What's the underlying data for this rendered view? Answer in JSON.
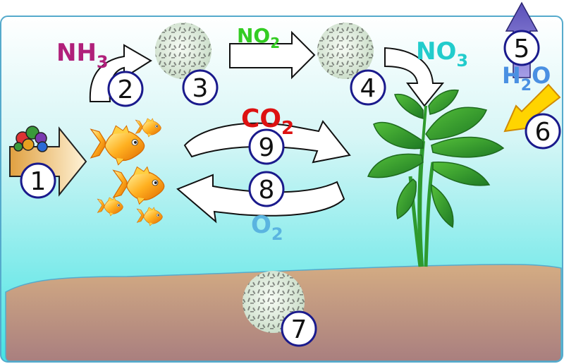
{
  "diagram": {
    "chemicals": {
      "ammonia": {
        "base": "NH",
        "sub": "3",
        "color": "#b0207a"
      },
      "nitrite": {
        "base": "NO",
        "sub": "2",
        "color": "#33cc22"
      },
      "nitrate": {
        "base": "NO",
        "sub": "3",
        "color": "#22cccc"
      },
      "water": {
        "base": "H",
        "sub": "2",
        "tail": "O",
        "color": "#4a90e2"
      },
      "carbon_dioxide": {
        "base": "CO",
        "sub": "2",
        "color": "#dd1111"
      },
      "oxygen": {
        "base": "O",
        "sub": "2",
        "color": "#5ab4e0"
      }
    },
    "step_numbers": [
      "1",
      "2",
      "3",
      "4",
      "5",
      "6",
      "7",
      "8",
      "9"
    ],
    "icons": {
      "food": "fish-food-icon",
      "fish": "goldfish-icon",
      "bacteria": "bacteria-colony-icon",
      "plant": "aquatic-plant-icon",
      "light": "light-arrow-icon",
      "evaporation": "evaporation-arrow-icon"
    },
    "colors": {
      "water_top": "#ffffff",
      "water_bottom": "#44e3e3",
      "tank_border": "#55aacc",
      "sand_top": "#d4ac83",
      "sand_bottom": "#a97f7f",
      "badge_border": "#1a1a8c",
      "plant": "#2e9a2e"
    }
  }
}
